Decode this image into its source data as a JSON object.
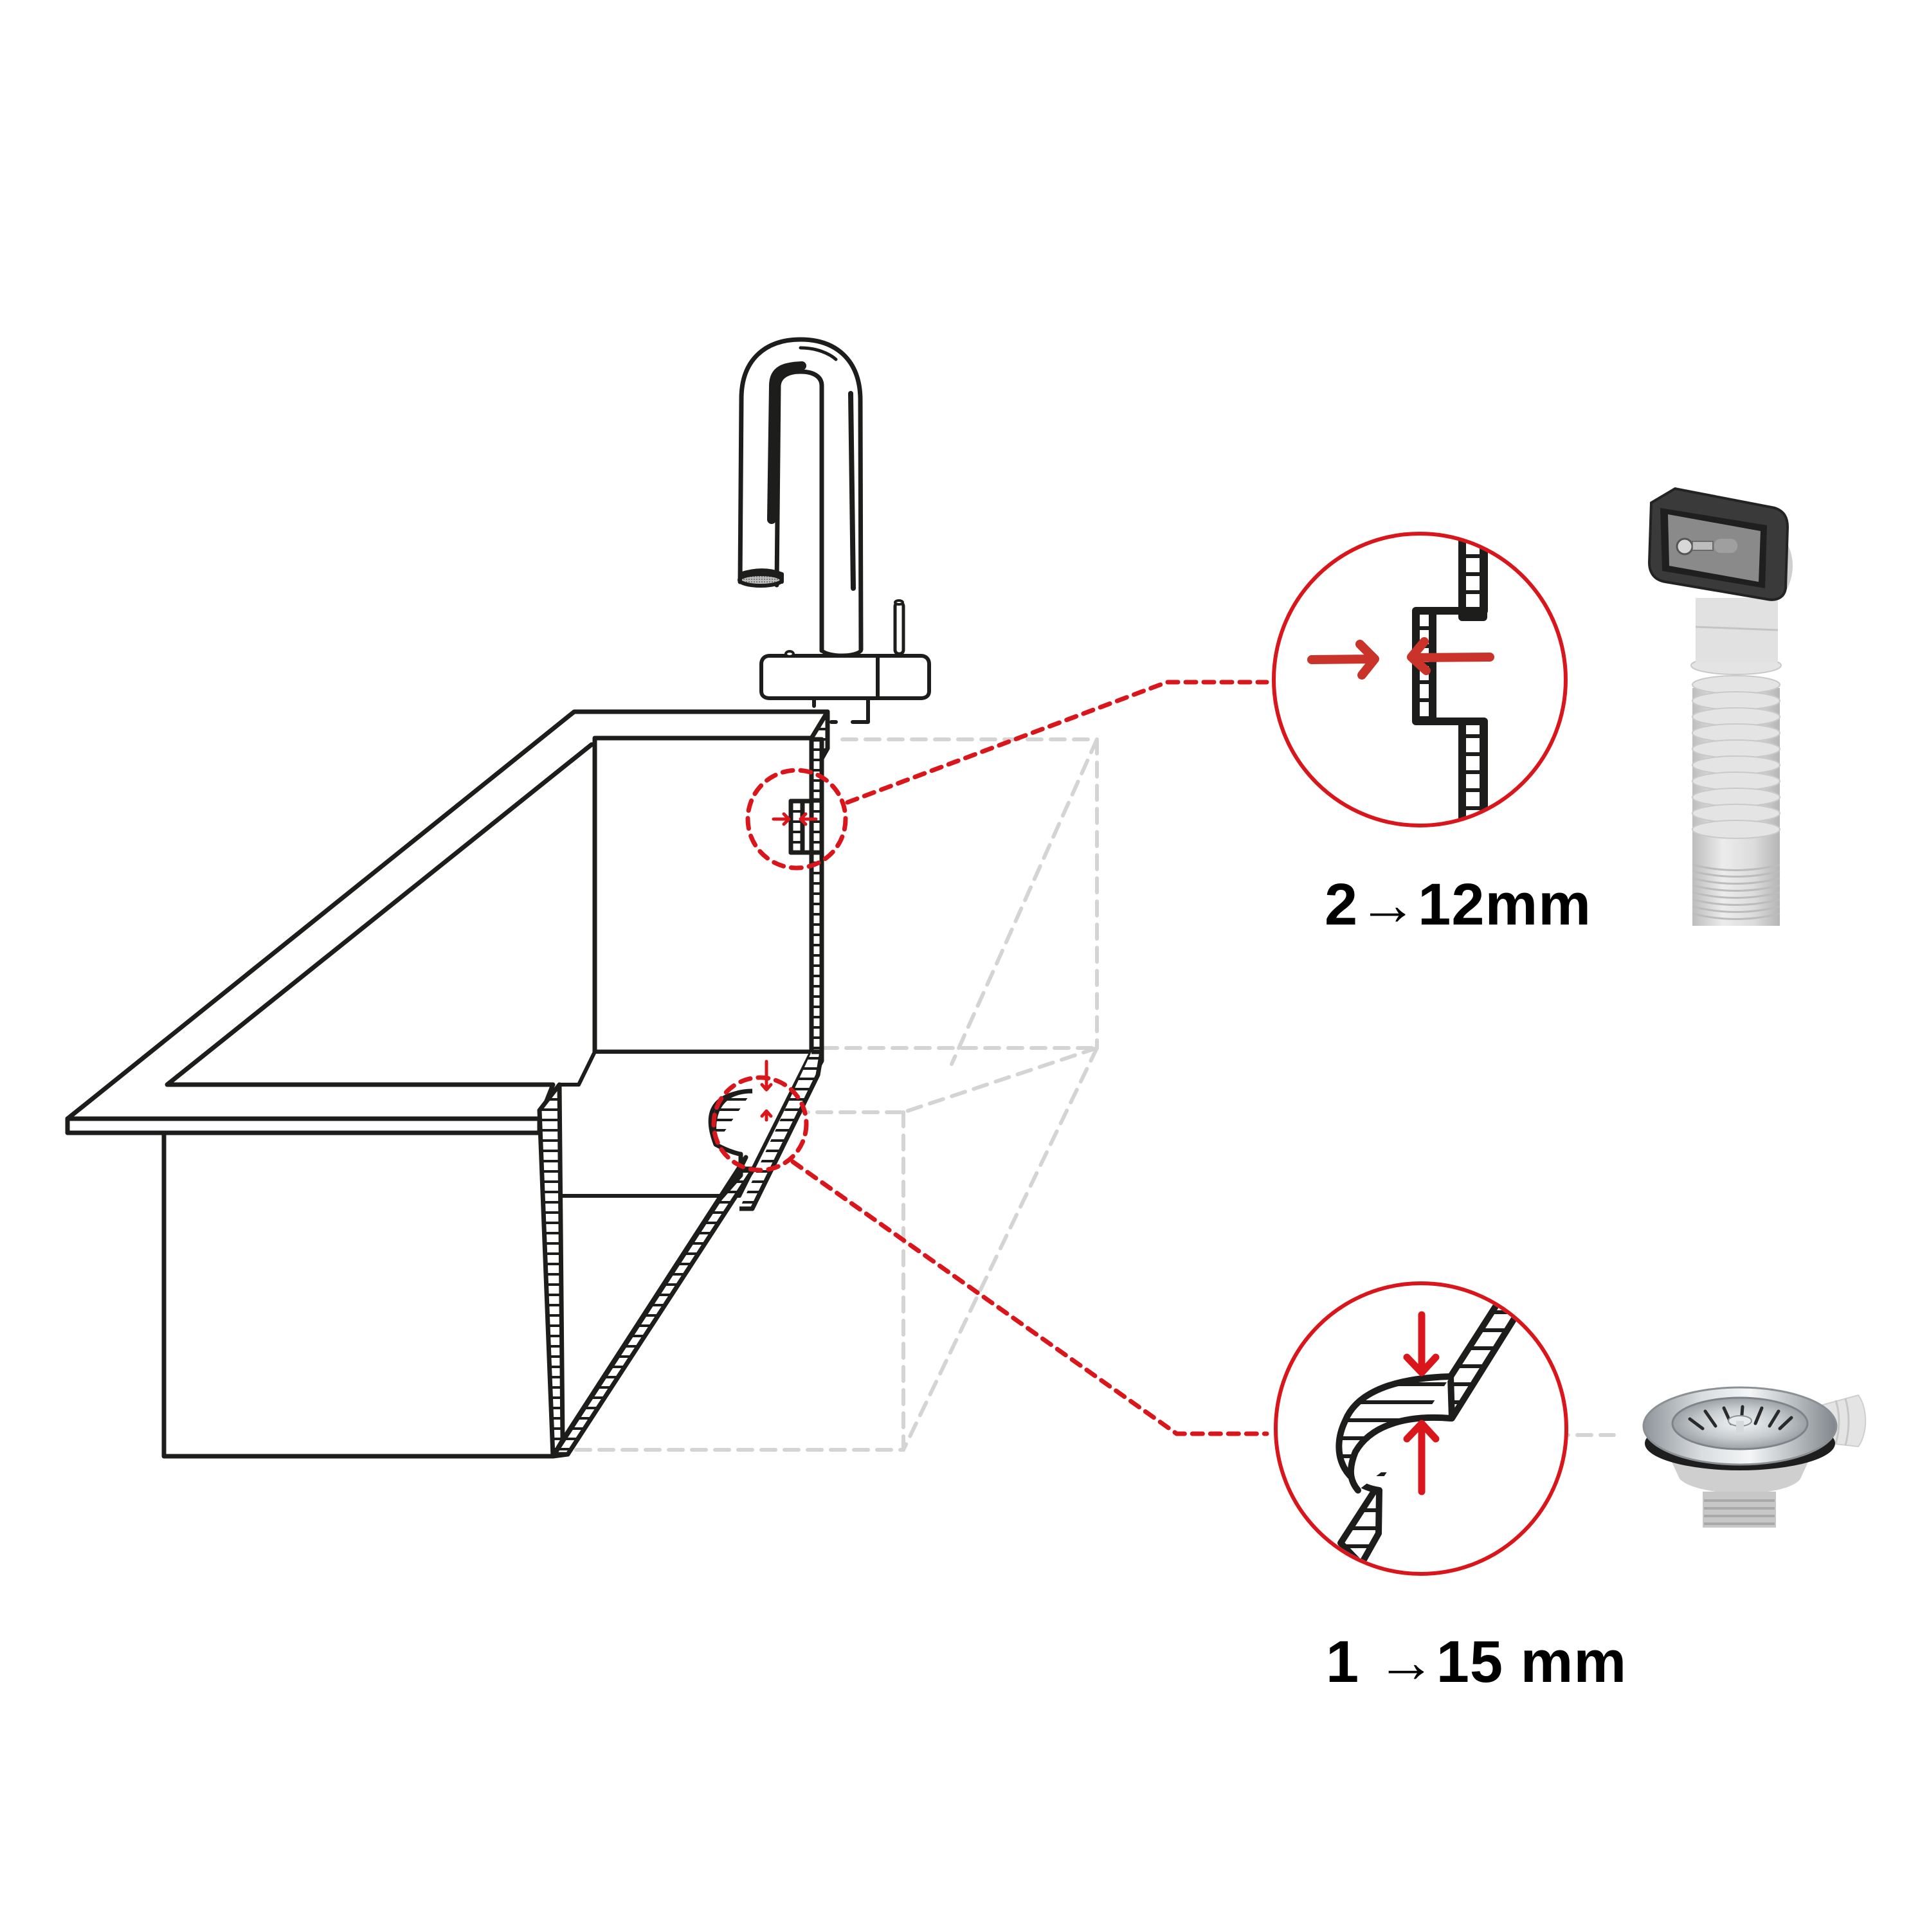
{
  "diagram": {
    "subject": "Undermount kitchen sink cross-section with faucet, showing adjustable thickness ranges for countertop-mounted accessories",
    "colors": {
      "line": "#1d1d1b",
      "accent_red": "#d9161c",
      "arrow_red": "#c9332a",
      "ghost_dash": "#d4d4d4",
      "background": "#ffffff"
    },
    "callouts": [
      {
        "id": "overflow",
        "label": "2→12mm",
        "detail": "Stepped wall section with horizontal inward-pointing arrows indicating wall thickness range",
        "product": "Rectangular overflow fitting with black gasket, screw and flexible corrugated white hose"
      },
      {
        "id": "drain",
        "label": "1 →15 mm",
        "detail": "Curved drain-hole profile section with vertical arrows indicating thickness range",
        "product": "Chrome basket strainer waste with grey threaded body and side hose connector"
      }
    ],
    "labels": {
      "top": "2→12mm",
      "bottom": "1 →15 mm"
    }
  }
}
